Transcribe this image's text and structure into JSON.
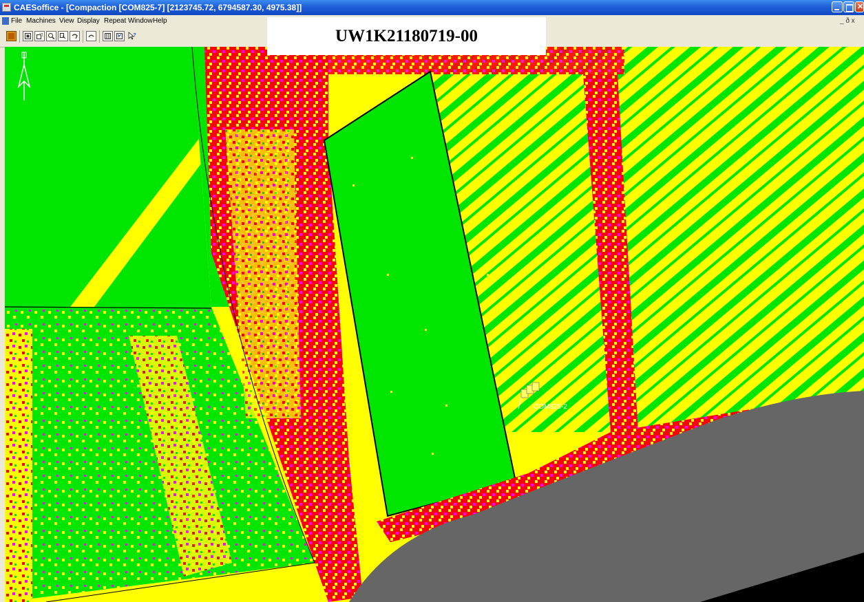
{
  "window": {
    "title": "CAESoffice - [Compaction  [COM825-7]   [2123745.72, 6794587.30, 4975.38]]"
  },
  "menubar": {
    "items": [
      "File",
      "Machines",
      "View",
      "Display",
      "Repeat",
      "Window",
      "Help"
    ],
    "mdi_controls": "_ ð x"
  },
  "toolbar": {
    "buttons": [
      {
        "name": "open-icon"
      },
      {
        "name": "zoom-extents-icon"
      },
      {
        "name": "zoom-window-icon"
      },
      {
        "name": "zoom-in-icon"
      },
      {
        "name": "pan-icon"
      },
      {
        "name": "undo-view-icon"
      },
      {
        "name": "redo-icon"
      },
      {
        "name": "layers-icon"
      },
      {
        "name": "properties-icon"
      },
      {
        "name": "context-help-icon"
      }
    ]
  },
  "overlay": {
    "label": "UW1K21180719-00"
  },
  "map": {
    "machine_label": "COM825-2",
    "colors": {
      "green": "#00e600",
      "yellow": "#ffff00",
      "red": "#ff0000",
      "magenta": "#ff00ff",
      "gray": "#666666",
      "black": "#000000"
    }
  }
}
